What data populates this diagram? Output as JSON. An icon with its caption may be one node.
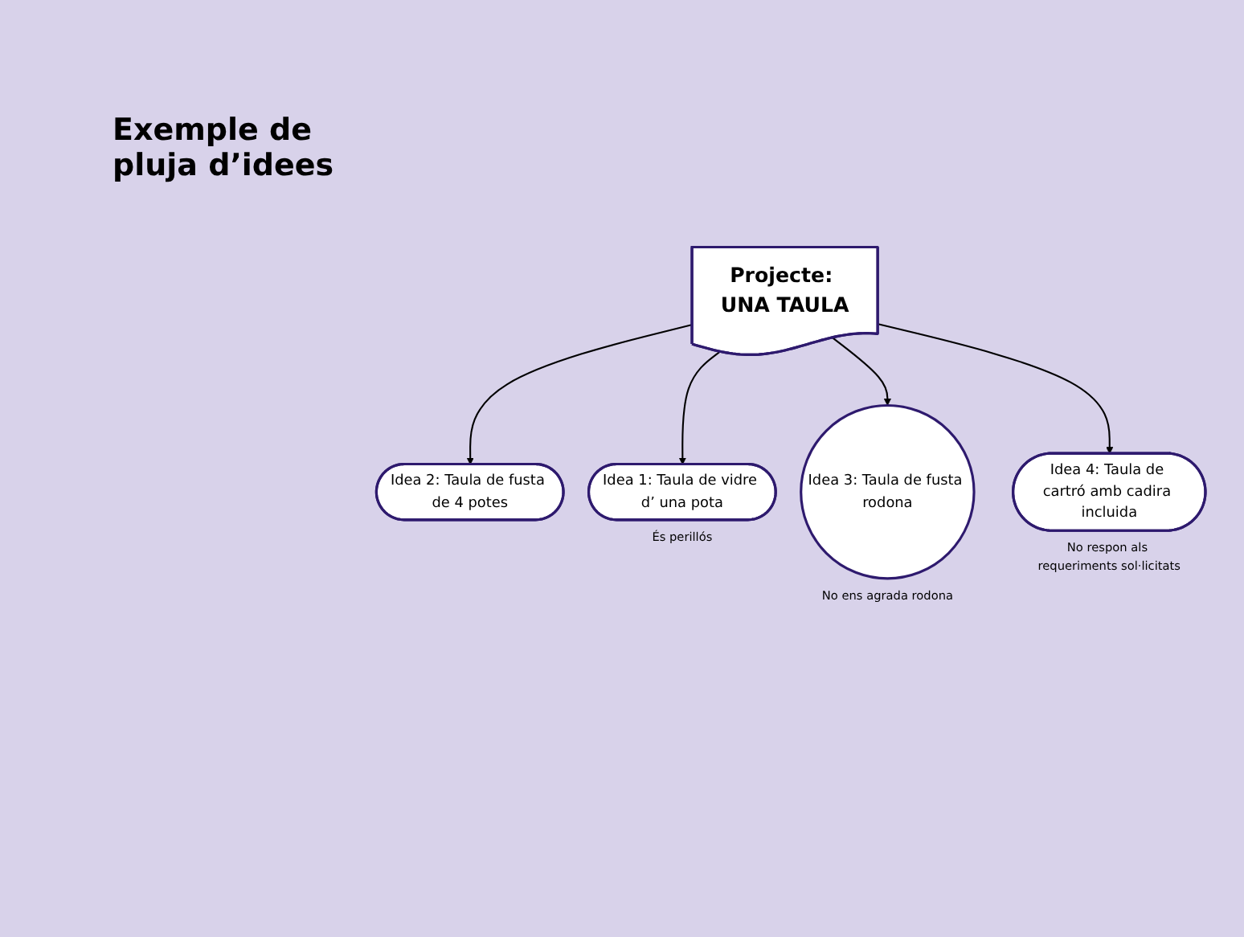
{
  "diagram": {
    "title": "Exemple de pluja d’idees",
    "nodes": [
      {
        "text": [
          "Idea 2: Taula de fusta de 4 potes"
        ]
      },
      {
        "text": [
          "Idea 1: Taula de vidre d’ una pota"
        ],
        "beside": [
          "És perillós"
        ]
      },
      {
        "text": [
          "Projecte: UNA TAULA"
        ]
      },
      {
        "text": [
          "Idea 3: Taula de fusta rodona"
        ],
        "beside": [
          "No ens agrada rodona"
        ]
      },
      {
        "text": [
          "Idea 4: Taula de cartró amb cadira incluida"
        ],
        "beside": [
          "No respon als requeriments sol·licitats"
        ]
      }
    ],
    "edges": [
      {
        "from": 2,
        "to": 0,
        "arrow": "to"
      },
      {
        "from": 2,
        "to": 1,
        "arrow": "to"
      },
      {
        "from": 2,
        "to": 3,
        "arrow": "to"
      },
      {
        "from": 2,
        "to": 4,
        "arrow": "to"
      }
    ]
  }
}
